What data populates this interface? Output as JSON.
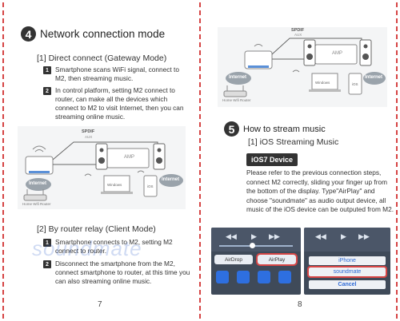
{
  "left": {
    "section_number": "4",
    "section_title": "Network connection mode",
    "sub1_title": "[1]  Direct connect (Gateway Mode)",
    "sub1_items": [
      {
        "num": "1",
        "text": "Smartphone scans WiFi signal, connect to M2, then streaming music."
      },
      {
        "num": "2",
        "text": "In control platform, setting M2 connect to router, can make all the devices which connect to M2 to visit Internet, then you can streaming online music."
      }
    ],
    "sub2_title": "[2]  By router relay (Client Mode)",
    "sub2_items": [
      {
        "num": "1",
        "text": "Smartphone connects to M2, setting M2 connect to router."
      },
      {
        "num": "2",
        "text": "Disconnect the smartphone from the M2, connect smartphone to router, at this time you can also streaming online music."
      }
    ],
    "page_number": "7"
  },
  "right": {
    "section_number": "5",
    "section_title": "How to stream music",
    "sub1_title": "[1]  iOS Streaming Music",
    "ios_badge": "iOS7 Device",
    "paragraph": "Please refer to the previous connection steps, connect M2 correctly, sliding your finger up from the bottom of the display. Type\"AirPlay\" and choose \"soundmate\" as audio output device, all music of the iOS device can be outputed from M2.",
    "page_number": "8"
  },
  "diagram": {
    "spdif_label": "SPDIF",
    "aux_label": "AUX",
    "amp_label": "AMP",
    "internet_label": "Internet",
    "router_label": "Home Wifi Router",
    "windows_label": "Windows",
    "ios_label": "iOS"
  },
  "ios_screens": {
    "airdrop_label": "AirDrop",
    "airplay_label": "AirPlay",
    "menu_items": [
      "iPhone",
      "soundmate"
    ],
    "cancel_label": "Cancel"
  },
  "watermark": "soundmate",
  "colors": {
    "border": "#d64545",
    "badge": "#333333",
    "internet_cloud": "#9aa3ab",
    "ios_panel": "#3f4a59"
  }
}
